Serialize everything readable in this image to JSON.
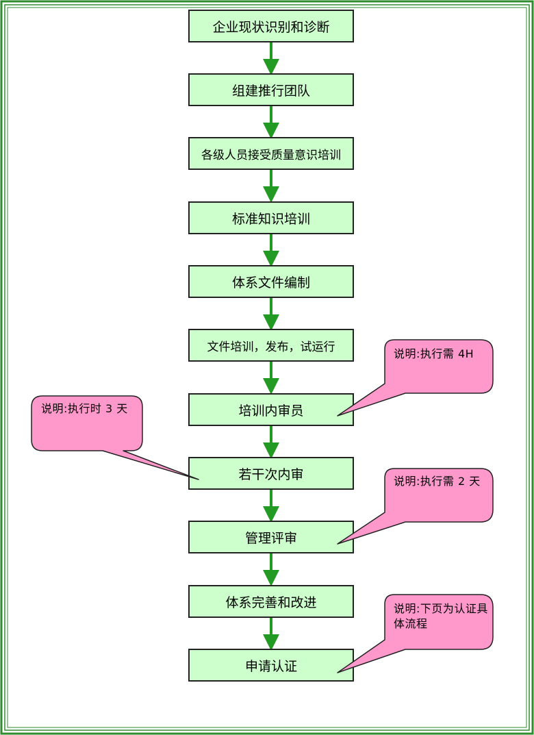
{
  "colors": {
    "border_green": "#2e8b2e",
    "box_fill": "#ccffcc",
    "arrow_green": "#239a23",
    "callout_fill": "#ff99cc"
  },
  "steps": [
    {
      "label": "企业现状识别和诊断"
    },
    {
      "label": "组建推行团队"
    },
    {
      "label": "各级人员接受质量意识培训"
    },
    {
      "label": "标准知识培训"
    },
    {
      "label": "体系文件编制"
    },
    {
      "label": "文件培训，发布，试运行"
    },
    {
      "label": "培训内审员"
    },
    {
      "label": "若干次内审"
    },
    {
      "label": "管理评审"
    },
    {
      "label": "体系完善和改进"
    },
    {
      "label": "申请认证"
    }
  ],
  "callouts": [
    {
      "text": "说明:执行需 4H"
    },
    {
      "text": "说明:执行时 3 天"
    },
    {
      "text": "说明:执行需 2 天"
    },
    {
      "text": "说明:下页为认证具体流程"
    }
  ]
}
